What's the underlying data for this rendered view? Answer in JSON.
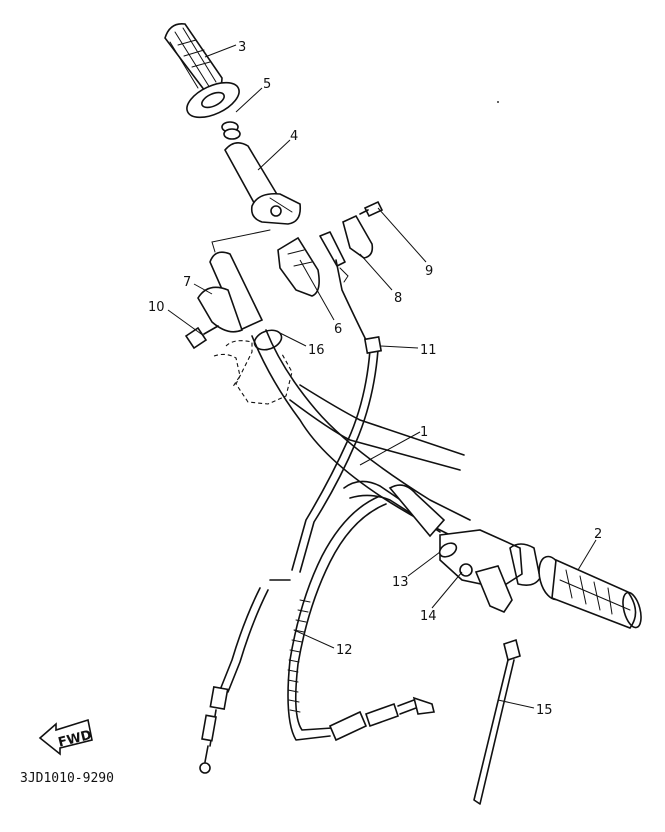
{
  "callouts": {
    "c1": "1",
    "c2": "2",
    "c3": "3",
    "c4": "4",
    "c5": "5",
    "c6": "6",
    "c7": "7",
    "c8": "8",
    "c9": "9",
    "c10": "10",
    "c11": "11",
    "c12": "12",
    "c13": "13",
    "c14": "14",
    "c15": "15",
    "c16": "16"
  },
  "fwd_label": "FWD",
  "drawing_code": "3JD1010-9290"
}
